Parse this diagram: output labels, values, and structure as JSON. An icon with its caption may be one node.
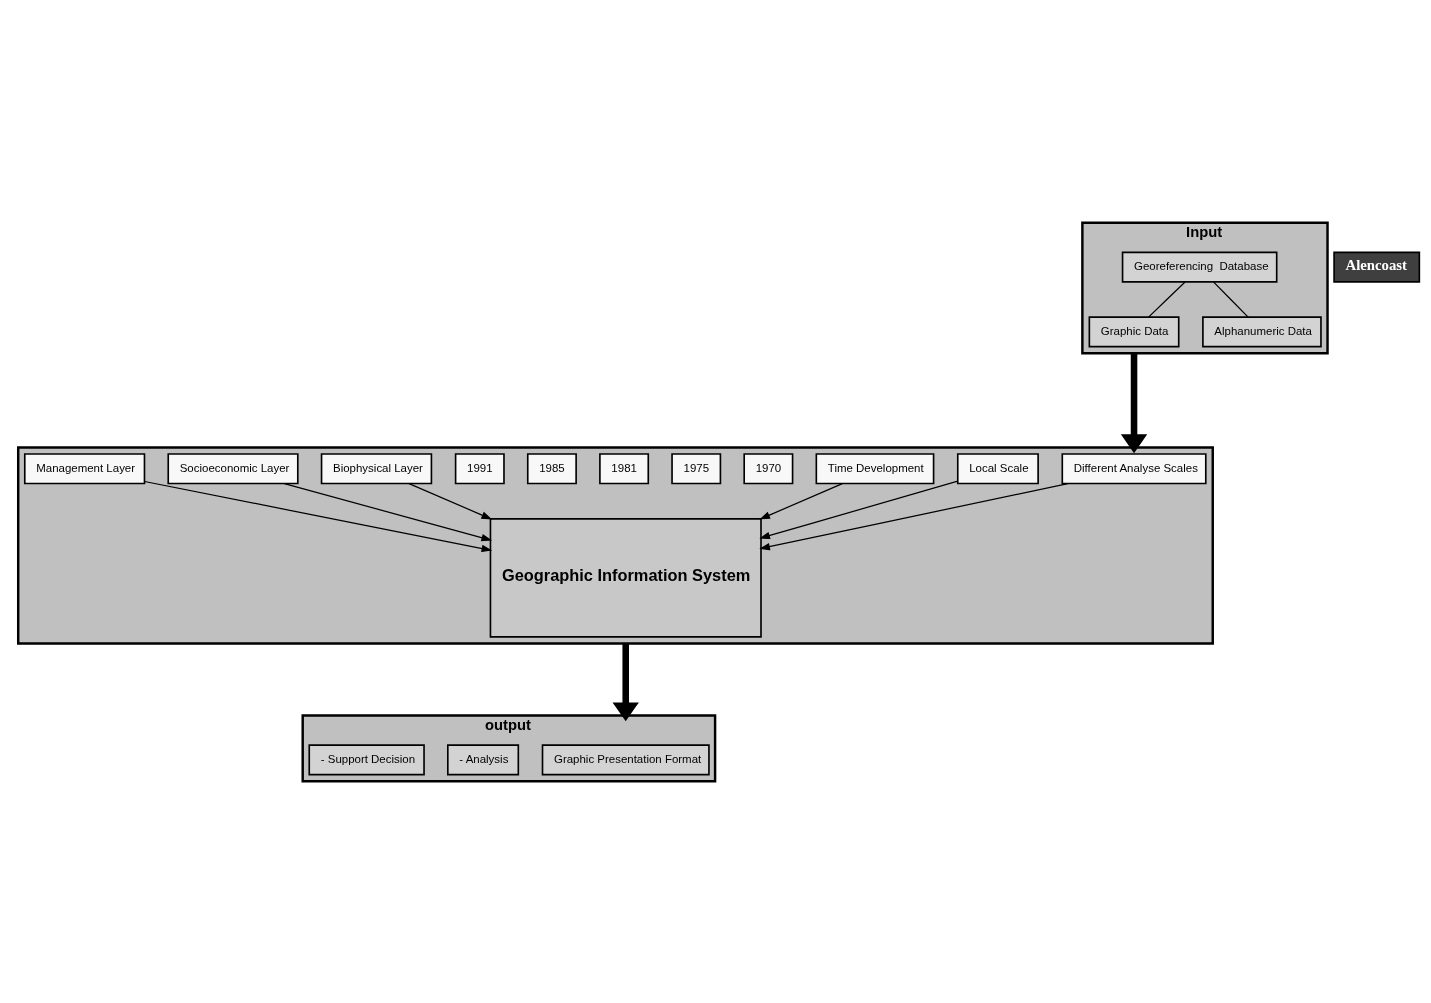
{
  "diagram": {
    "nodes": [
      {
        "text": [
          "Input"
        ]
      },
      {
        "text": [
          "Georeferencing  Database"
        ],
        "in": 0
      },
      {
        "text": [
          "Graphic Data"
        ],
        "in": 0
      },
      {
        "text": [
          "Alphanumeric Data"
        ],
        "in": 0
      },
      {
        "text": [],
        "shape": "box"
      },
      {
        "text": [
          "Different Analyse Scales"
        ],
        "in": 4
      },
      {
        "text": [
          "Local Scale"
        ],
        "in": 4
      },
      {
        "text": [
          "Geographic Information System"
        ],
        "in": 4
      },
      {
        "text": [
          "Time Development"
        ],
        "in": 4
      },
      {
        "text": [
          "1970"
        ],
        "in": 4
      },
      {
        "text": [
          "1975"
        ],
        "in": 4
      },
      {
        "text": [
          "1981"
        ],
        "in": 4
      },
      {
        "text": [
          "1985"
        ],
        "in": 4
      },
      {
        "text": [
          "1991"
        ],
        "in": 4
      },
      {
        "text": [
          "Biophysical Layer"
        ],
        "in": 4
      },
      {
        "text": [
          "Socioeconomic Layer"
        ],
        "in": 4
      },
      {
        "text": [
          "Management Layer"
        ],
        "in": 4
      },
      {
        "text": [
          "output"
        ]
      },
      {
        "text": [
          "Graphic Presentation Format"
        ],
        "in": 17
      },
      {
        "text": [
          "- Analysis"
        ],
        "in": 17
      },
      {
        "text": [
          "- Support Decision"
        ],
        "in": 17
      },
      {
        "text": [
          "Alencoast"
        ]
      }
    ],
    "edges": [
      {
        "from": 1,
        "to": 2,
        "arrow": "none"
      },
      {
        "from": 1,
        "to": 3,
        "arrow": "none"
      },
      {
        "from": 5,
        "to": 7,
        "arrow": "to"
      },
      {
        "from": 6,
        "to": 7,
        "arrow": "to"
      },
      {
        "from": 14,
        "to": 7,
        "arrow": "to"
      },
      {
        "from": 15,
        "to": 7,
        "arrow": "to"
      },
      {
        "from": 16,
        "to": 7,
        "arrow": "to"
      },
      {
        "from": 8,
        "to": 7,
        "arrow": "to"
      },
      {
        "from": 0,
        "to": 4,
        "arrow": "to",
        "style": "thick"
      },
      {
        "from": 4,
        "to": 17,
        "arrow": "to",
        "style": "thick"
      }
    ]
  }
}
